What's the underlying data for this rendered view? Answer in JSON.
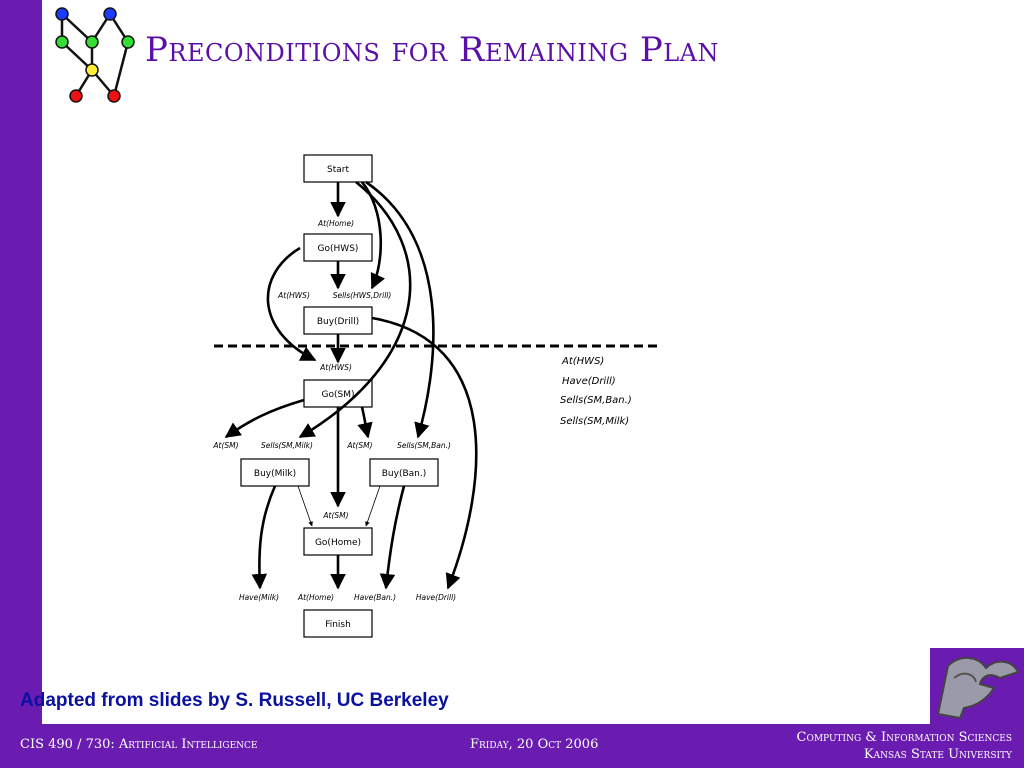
{
  "slide": {
    "title": "Preconditions for Remaining Plan",
    "credit": "Adapted from slides by S. Russell, UC Berkeley"
  },
  "footer": {
    "course": "CIS 490 / 730: Artificial Intelligence",
    "date": "Friday, 20 Oct 2006",
    "dept": "Computing & Information Sciences",
    "univ": "Kansas State University"
  },
  "diagram": {
    "nodes": {
      "start": "Start",
      "go_hws": "Go(HWS)",
      "buy_drill": "Buy(Drill)",
      "go_sm": "Go(SM)",
      "buy_milk": "Buy(Milk)",
      "buy_ban": "Buy(Ban.)",
      "go_home": "Go(Home)",
      "finish": "Finish"
    },
    "conditions": {
      "at_home_top": "At(Home)",
      "at_hws_1": "At(HWS)",
      "sells_hws_drill": "Sells(HWS,Drill)",
      "at_hws_2": "At(HWS)",
      "at_sm_1": "At(SM)",
      "sells_sm_milk": "Sells(SM,Milk)",
      "at_sm_2": "At(SM)",
      "sells_sm_ban": "Sells(SM,Ban.)",
      "at_sm_3": "At(SM)",
      "have_milk": "Have(Milk)",
      "at_home_bottom": "At(Home)",
      "have_ban": "Have(Ban.)",
      "have_drill": "Have(Drill)"
    },
    "preconditions_list": [
      "At(HWS)",
      "Have(Drill)",
      "Sells(SM,Ban.)",
      "Sells(SM,Milk)"
    ]
  }
}
